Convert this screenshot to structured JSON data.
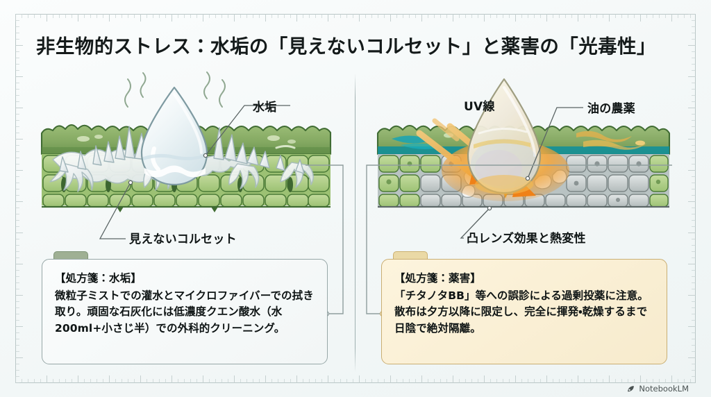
{
  "title": "非生物的ストレス：水垢の「見えないコルセット」と薬害の「光毒性」",
  "panels": {
    "left": {
      "labels": {
        "scale": "水垢",
        "corset": "見えないコルセット"
      },
      "prescription": {
        "tab_color": "#9fb094",
        "heading": "【処方箋：水垢】",
        "body": "微粒子ミストでの灌水とマイクロファイバーでの拭き取り。頑固な石灰化には低濃度クエン酸水（水200ml+小さじ半）での外科的クリーニング。"
      }
    },
    "right": {
      "labels": {
        "uv": "UV線",
        "oil": "油の農薬",
        "lens": "凸レンズ効果と熱変性"
      },
      "prescription": {
        "tab_color": "#ead9a6",
        "heading": "【処方箋：薬害】",
        "body": "「チタノタBB」等への誤診による過剰投薬に注意。散布は夕方以降に限定し、完全に揮発・乾燥するまで日陰で絶対隔離。"
      }
    }
  },
  "watermark": {
    "label": "NotebookLM",
    "icon": "notebooklm-logo-icon"
  },
  "colors": {
    "background": "#f4f8f8",
    "frame": "#b9c6c6",
    "divider": "#9fb0b0",
    "leaf_green": "#8fb06a",
    "leaf_dark": "#4e7a3c",
    "mineral_white": "#eef2f2",
    "uv_orange": "#ef8118",
    "damage_grey": "#9aa3a3",
    "title_text": "#141a1a"
  }
}
